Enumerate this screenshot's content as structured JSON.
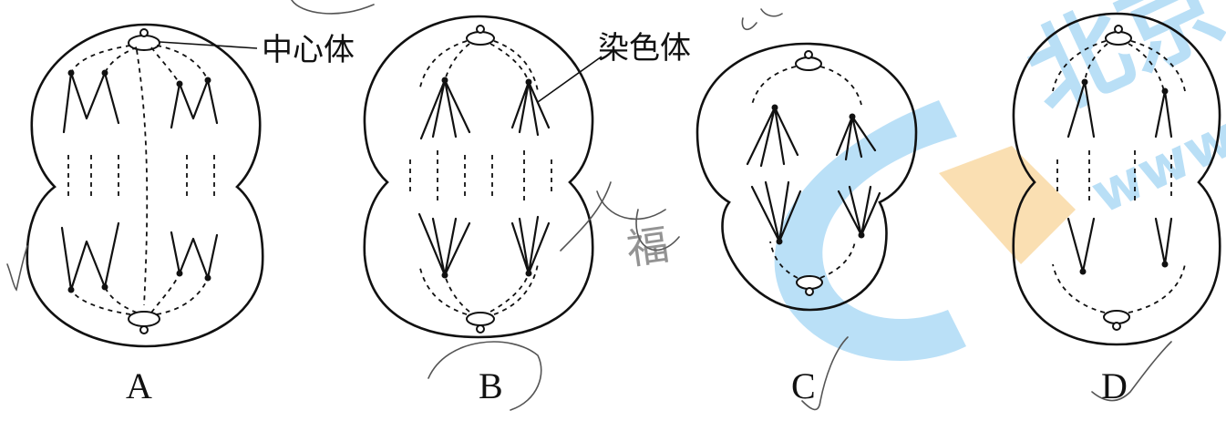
{
  "figure": {
    "callouts": {
      "centrosome": "中心体",
      "chromosome": "染色体"
    },
    "panels": [
      {
        "id": "A",
        "label": "A"
      },
      {
        "id": "B",
        "label": "B"
      },
      {
        "id": "C",
        "label": "C"
      },
      {
        "id": "D",
        "label": "D"
      }
    ],
    "watermark": {
      "text_top": "北京",
      "text_side": "www",
      "colors": [
        "#3aa6e8",
        "#f6c066"
      ]
    },
    "handwriting": {
      "note_b": "福"
    }
  }
}
